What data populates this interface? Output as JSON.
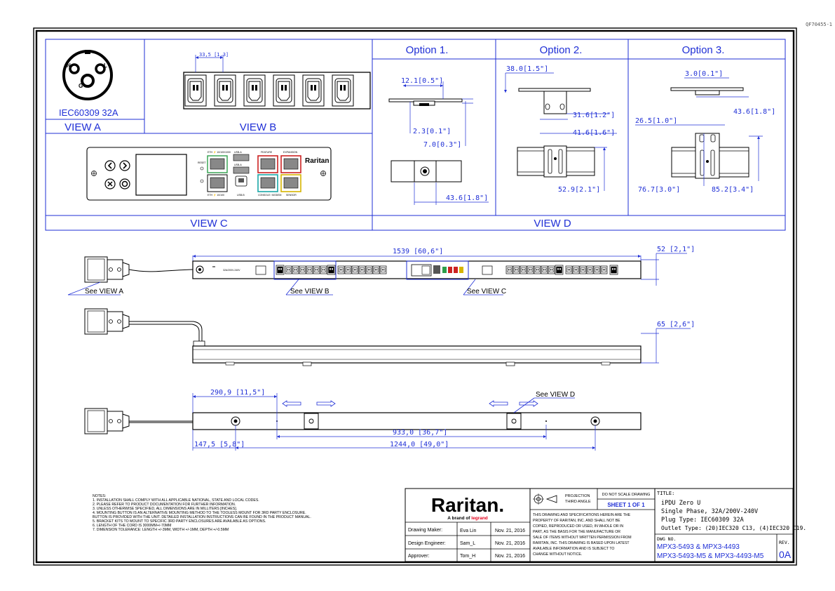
{
  "doc_id": "QF70455-1",
  "views": {
    "a_title": "VIEW A",
    "a_plug": "IEC60309 32A",
    "a_pins": {
      "n": "N",
      "l": "L",
      "g": "G"
    },
    "b_title": "VIEW B",
    "b_dim": "33,5 [1,3]",
    "c_title": "VIEW C",
    "d_title": "VIEW D",
    "panel_logo": "Raritan",
    "port_labels": [
      "ETH ⚡ 10/100/1000",
      "USB-A",
      "USB-A",
      "FEATURE",
      "EXPANSION",
      "RESET",
      "ETH ⚡ 10/100",
      "USB-B",
      "CONSOLE / MODEM",
      "SENSOR"
    ]
  },
  "options": [
    {
      "title": "Option 1.",
      "dims": [
        "12.1[0.5\"]",
        "2.3[0.1\"]",
        "7.0[0.3\"]",
        "43.6[1.8\"]"
      ]
    },
    {
      "title": "Option  2.",
      "dims": [
        "38.0[1.5\"]",
        "31.6[1.2\"]",
        "41.6[1.6\"]",
        "52.9[2.1\"]"
      ]
    },
    {
      "title": "Option 3.",
      "dims": [
        "3.0[0.1\"]",
        "43.6[1.8\"]",
        "26.5[1.0\"]",
        "76.7[3.0\"]",
        "85.2[3.4\"]"
      ]
    }
  ],
  "main": {
    "length": "1539  [60,6\"]",
    "width": "52  [2,1\"]",
    "depth": "65  [2,6\"]",
    "see_a": "See VIEW A",
    "see_b": "See VIEW B",
    "see_c": "See VIEW C",
    "see_d": "See VIEW D",
    "d1": "290,9  [11,5\"]",
    "d2": "933,0  [36,7\"]",
    "d3": "147,5  [5,8\"]",
    "d4": "1244,0  [49,0\"]",
    "rating": "32A/200V-240V"
  },
  "notes": [
    "NOTES:",
    "1. INSTALLATION SHALL COMPLY WITH ALL APPLICABLE NATIONAL, STATE AND LOCAL CODES.",
    "2. PLEASE REFER TO PRODUCT DOCUMENTATION FOR FURTHER INFORMATION.",
    "3. UNLESS OTHERWISE SPECIFIED, ALL DIMENSIONS ARE IN MILLITERS [INCHES].",
    "4. MOUNTING BUTTON IS AN ALTERNATIVE MOUNTING METHOD TO THE TOOLESS MOUNT FOR 3RD PARTY ENCLOSURE.",
    "   BUTTON IS PROVIDED WITH THE UNIT. DETAILED INSTALLATION INSTRUCTIONS CAN BE FOUND IN THE PRODUCT MANUAL.",
    "5. BRACKET KITS TO MOUNT TO SPECIFIC 3RD PARTY ENCLOSURES ARE AVAILABLE AS OPTIONS.",
    "6. LENGTH OF THE CORD IS 3000MM+/-70MM",
    "7. DIMENSION TOLERANCE: LENGTH +/-3MM, WIDTH +/-1MM, DEPTH +/-0.5MM"
  ],
  "title_block": {
    "logo": "Raritan.",
    "tagline": "A brand of",
    "tagline_brand": "legrand",
    "rows": [
      {
        "role": "Drawing Maker:",
        "name": "Eva Lin",
        "date": "Nov. 21, 2016"
      },
      {
        "role": "Design Engineer:",
        "name": "Sam_L",
        "date": "Nov. 21, 2016"
      },
      {
        "role": "Approver:",
        "name": "Tom_H",
        "date": "Nov. 21, 2016"
      }
    ],
    "projection_1": "PROJECTION",
    "projection_2": "THIRD ANGLE",
    "no_scale": "DO NOT SCALE DRAWING",
    "sheet": "SHEET 1 OF 1",
    "disclaimer": [
      "THIS DRAWING AND SPECIFICATIONS HEREIN ARE THE",
      "PROPERTY OF RARITAN, INC. AND SHALL NOT BE",
      "COPIED, REPRODUCED OR USED, IN WHOLE OR IN",
      "PART, AS THE BASIS FOR THE MANUFACTURE OR",
      "SALE OF ITEMS WITHOUT WRITTEN PERMISSION FROM",
      "RARITAN, INC. THIS DRAWING IS BASED UPON LATEST",
      "AVAILABLE INFORMATION AND IS SUBJECT TO",
      "CHANGE WITHOUT NOTICE."
    ],
    "title_label": "TITLE:",
    "title_lines": [
      "iPDU Zero U",
      "Single Phase, 32A/200V-240V",
      "Plug Type: IEC60309 32A",
      "Outlet Type: (20)IEC320 C13, (4)IEC320 C19."
    ],
    "dwg_label": "DWG NO.",
    "dwg_1": "MPX3-5493 & MPX3-4493",
    "dwg_2": "MPX3-5493-M5  & MPX3-4493-M5",
    "rev_label": "REV.",
    "rev": "0A"
  },
  "colors": {
    "dimension": "#1f2fd6",
    "linework": "#000000",
    "eth_green": "#2e9e4a",
    "eth_red": "#cc2222",
    "eth_yellow": "#d6b400",
    "eth_cyan": "#1aa7a7",
    "legrand": "#e3001b"
  }
}
